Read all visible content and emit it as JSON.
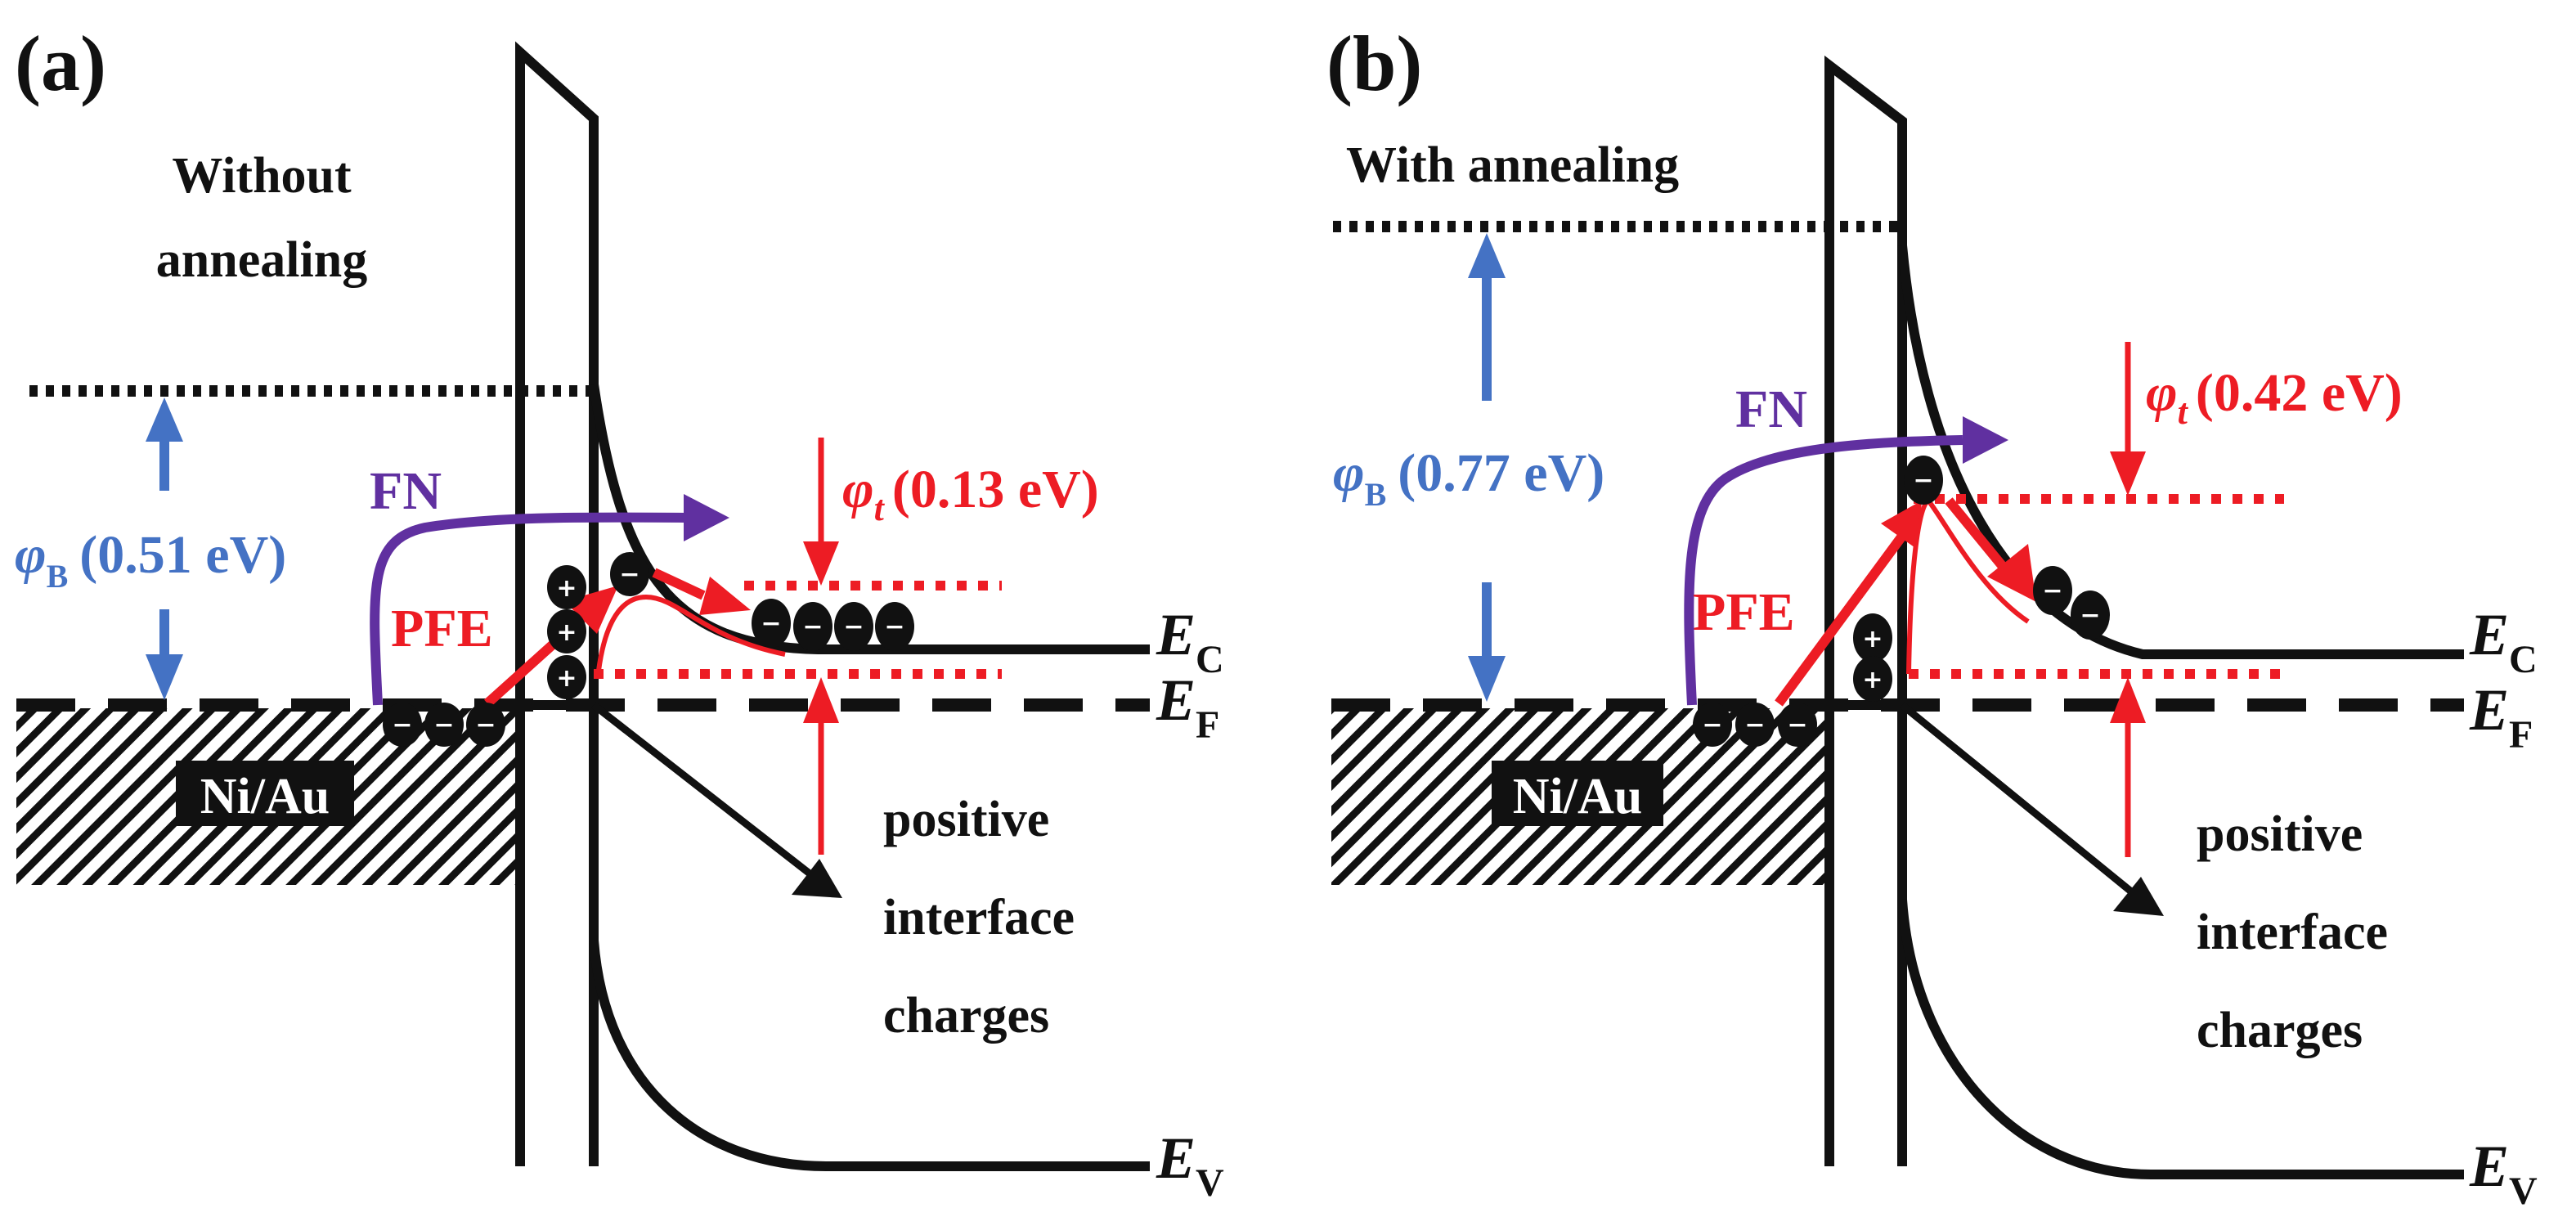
{
  "figure": {
    "colors": {
      "black": "#111111",
      "barrier_blue": "#4472c4",
      "trap_red": "#ed1c24",
      "fn_purple": "#6030a0",
      "background": "#ffffff"
    },
    "panels": [
      {
        "id": "a",
        "label": "(a)",
        "condition_lines": [
          "Without",
          "annealing"
        ],
        "barrier_symbol": "φ",
        "barrier_sub": "B",
        "barrier_value": "(0.51 eV)",
        "trap_symbol": "φ",
        "trap_sub": "t",
        "trap_value": "(0.13 eV)",
        "fn_label": "FN",
        "pfe_label": "PFE",
        "metal_label": "Ni/Au",
        "interface_note": [
          "positive",
          "interface",
          "charges"
        ],
        "band_labels": {
          "ec_main": "E",
          "ec_sub": "C",
          "ef_main": "E",
          "ef_sub": "F",
          "ev_main": "E",
          "ev_sub": "V"
        },
        "charge_symbols": {
          "positive": "+",
          "negative": "−"
        },
        "counts": {
          "metal_electrons": 3,
          "interface_positive": 3,
          "trapped_peak_electrons": 1,
          "conduction_electrons": 4
        }
      },
      {
        "id": "b",
        "label": "(b)",
        "condition_lines": [
          "With annealing"
        ],
        "barrier_symbol": "φ",
        "barrier_sub": "B",
        "barrier_value": "(0.77 eV)",
        "trap_symbol": "φ",
        "trap_sub": "t",
        "trap_value": "(0.42 eV)",
        "fn_label": "FN",
        "pfe_label": "PFE",
        "metal_label": "Ni/Au",
        "interface_note": [
          "positive",
          "interface",
          "charges"
        ],
        "band_labels": {
          "ec_main": "E",
          "ec_sub": "C",
          "ef_main": "E",
          "ef_sub": "F",
          "ev_main": "E",
          "ev_sub": "V"
        },
        "charge_symbols": {
          "positive": "+",
          "negative": "−"
        },
        "counts": {
          "metal_electrons": 3,
          "interface_positive": 2,
          "trapped_peak_electrons": 1,
          "conduction_electrons": 2
        }
      }
    ]
  }
}
